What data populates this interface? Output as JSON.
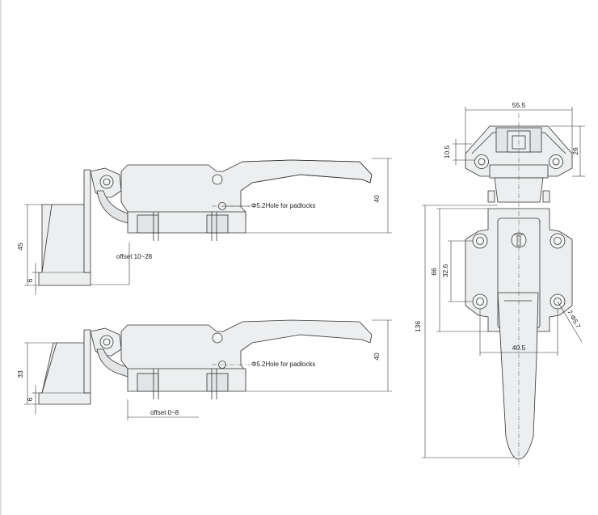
{
  "views": {
    "side_top": {
      "dim_height": "40",
      "dim_base": "45",
      "dim_foot": "6",
      "offset_label": "offset 10~28",
      "hole_label": "Φ5.2Hole for padlocks"
    },
    "side_bottom": {
      "dim_height": "40",
      "dim_base": "33",
      "dim_foot": "6",
      "offset_label": "offset 0~8",
      "hole_label": "Φ5.2Hole for padlocks"
    },
    "front": {
      "dim_width_top": "55.5",
      "dim_height_top": "26",
      "dim_small": "10.5",
      "dim_spacing_outer": "66",
      "dim_spacing_inner": "32.6",
      "dim_total": "136",
      "dim_width_holes": "40.5",
      "dim_holes_note": "7-Φ5.7"
    }
  },
  "colors": {
    "fill": "#eceeef",
    "line": "#333333"
  }
}
